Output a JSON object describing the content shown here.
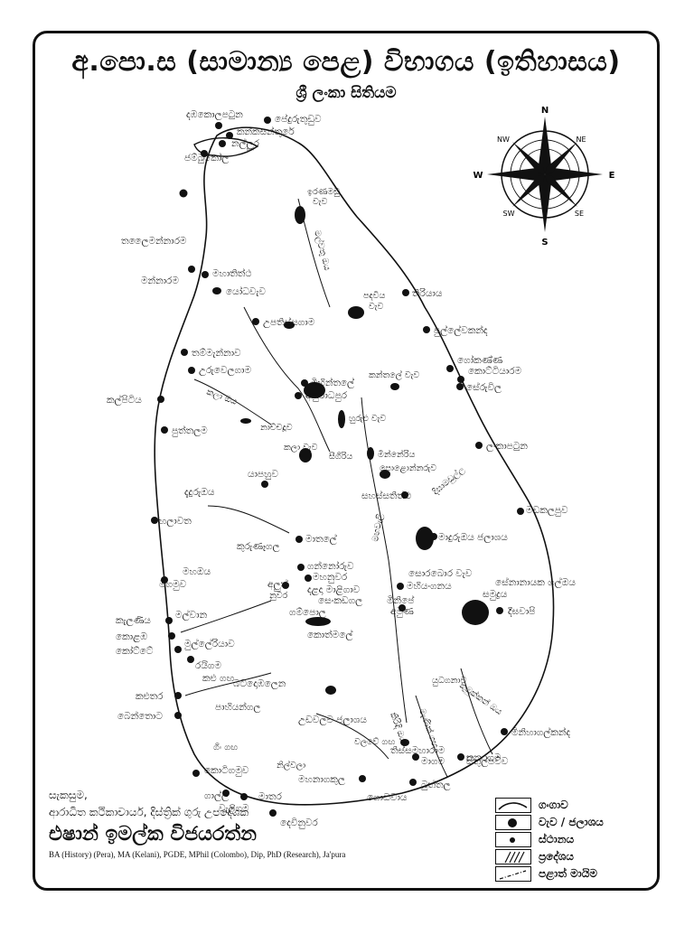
{
  "title": "අ.පො.ස (සාමාන්‍ය පෙළ) විභාගය (ඉතිහාසය)",
  "subtitle": "ශ්‍රී ලංකා සිතියම",
  "compass": {
    "n": "N",
    "s": "S",
    "e": "E",
    "w": "W",
    "ne": "NE",
    "nw": "NW",
    "se": "SE",
    "sw": "SW"
  },
  "places": {
    "dambakolapatuna": "දඹකොලපටුන",
    "pedurutuduwa": "පේදුරුතුඩුව",
    "kankesanthurai": "කන්කසන්තුරේ",
    "nallur": "නල්ලූර",
    "jambukola": "ජම්බුකෝල",
    "iranamadu": "ඉරණමඩු",
    "iranamadu2": "වැව",
    "thalaimannaram": "තලෛමන්නාරම",
    "mannaram": "මන්නාරම",
    "mahathittha": "මහාතිත්ථ",
    "yodawewa": "යෝධවැව",
    "padawiya": "පදවිය",
    "padawiya2": "වැව",
    "thiriyaya": "තිරියාය",
    "upathissagama": "උපතිස්සගාම",
    "pulleiwakanda": "පුල්ලේවකන්ද",
    "tammannawa": "තම්මැන්නාව",
    "gokanna": "ගෝකණ්ණ",
    "kottiyaram": "කොට්ටියාරම",
    "uruwelagama": "උරුවෙලගාම",
    "mihintale": "මිහින්තලේ",
    "anuradhapura": "අනුරාධපුර",
    "kanthale": "කන්තලේ වැව",
    "seruwila": "සේරුවිල",
    "kalpitiya": "කල්පිටිය",
    "nachchaduwa": "නාච්චදූව",
    "huruluwewa": "හුරුළු වැව",
    "puttalam": "පුත්තලම",
    "kalawewa": "කලා වැව",
    "sigiriya": "සීගිරිය",
    "minneriya": "මින්නේරිය",
    "lankapatuna": "ලංකාපටුන",
    "polonnaruwa": "පොළොන්නරුව",
    "yapahuwa": "යාපහුව",
    "daduruoya": "දැදුරුඔය",
    "sahassathitha": "සහස්සතිත්ථ",
    "halawatha": "හලාවත",
    "madurooya": "මාදුරුඔය ජලාශය",
    "batticaloa": "මඩකලපුව",
    "kurunegala": "කුරුණෑගල",
    "matale": "මාතලේ",
    "ganthota": "ගන්නෝරුව",
    "sorabora": "සොරබොර වැව",
    "mahiyangana": "මහියංගනය",
    "senanayaka": "සේනානායක ගල්ඔය",
    "samudra": "සමුද්‍රය",
    "negombo": "මීගමුව",
    "maha_oya": "මහඔය",
    "kandy": "මහනුවර",
    "dalada": "දළදා මාළිගාව",
    "senkadagala": "සෙංකඩගල",
    "alutnuwara": "අලුත්",
    "nuwara": "නුවර",
    "digamadulla": "දිඝාමඩුල්ල",
    "kelaniya": "කැලණිය",
    "malwana": "මල්වාන",
    "gampola": "ගම්පොල",
    "kotmale": "කොත්මලේ",
    "kolamba": "කොළඹ",
    "kotte": "කෝට්ටේ",
    "mulleriyawa": "මුල්ලේරියාව",
    "raigama": "රයිගම",
    "kalu_ganga": "කළු ගඟ",
    "batadombalena": "බටදොඹලෙන",
    "pathiyagala": "පාහියන්ගල",
    "kalutara": "කළුතර",
    "bentota": "බෙන්තොට",
    "udawalawe": "උඩවලව ජලාශය",
    "bundala": "බුත්තල",
    "kumbukkan": "කුඹුක්කන් ඔය",
    "menik": "මැණික් ගඟ",
    "kirindi": "කිරිඳි ඔය",
    "nilwala": "නිල්වලා",
    "sithulpawwa": "සිතුල්පව්ව",
    "mahagama": "මාගම",
    "kataragama": "කතරගම",
    "yudaganawa": "යුධගනාව",
    "thissamaharama": "තිස්සමහාරාම",
    "hambantota": "මහනාගකුල",
    "godawaya": "ගොඩවාය",
    "kotagamuwa": "කොටිගමුව",
    "galle": "ගාල්ල",
    "weligama": "වැලිගම",
    "matara": "මාතර",
    "devinuwara": "දෙවිනුවර",
    "mahaweli": "මහවැලි",
    "kala_oya": "කලා ඔය",
    "malwathu_oya": "මල්වතු ඔය",
    "walawe": "වලවේ ගඟ",
    "gin_ganga": "ගිං ගඟ",
    "dighavapi": "දීඝවාපි",
    "mahiyangana2": "මිනිපේ",
    "amuna": "අමුණ",
    "minihagal": "මිනිහාගල්කන්ද"
  },
  "credit": {
    "line1": "සැකසුම,",
    "line2": "ආරාධිත කථිකාචාර්ය, දිස්ත්‍රික් ගුරු උපදේශක",
    "author": "එෂාන් ඉමල්ක විජයරත්න",
    "quals": "BA (History) (Pera), MA (Kelani), PGDE, MPhil (Colombo), Dip, PhD (Research), Ja'pura"
  },
  "legend": [
    {
      "key": "river",
      "label": "ගංගාව"
    },
    {
      "key": "tank",
      "label": "වැව / ජලාශය"
    },
    {
      "key": "site",
      "label": "ස්ථානය"
    },
    {
      "key": "region",
      "label": "ප්‍රදේශය"
    },
    {
      "key": "boundary",
      "label": "පළාත් මායිම"
    }
  ]
}
